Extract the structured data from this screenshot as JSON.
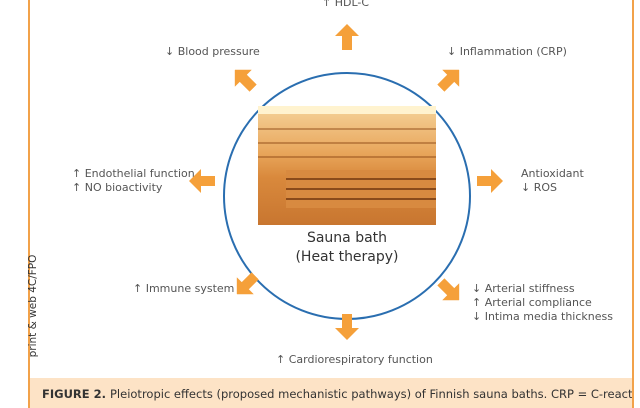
{
  "center": {
    "title": "Sauna bath",
    "subtitle": "(Heat therapy)"
  },
  "effects": {
    "top": "↑ HDL-C",
    "top_left": "↓ Blood pressure",
    "top_right": "↓ Inflammation (CRP)",
    "left": [
      "↑ Endothelial function",
      "↑ NO bioactivity"
    ],
    "right": [
      "Antioxidant",
      "↓ ROS"
    ],
    "bottom_left": "↑ Immune system",
    "bottom_right": [
      "↓ Arterial stiffness",
      "↑ Arterial compliance",
      "↓ Intima media thickness"
    ],
    "bottom": "↑ Cardiorespiratory function"
  },
  "caption": {
    "label": "FIGURE 2.",
    "text": "Pleiotropic effects (proposed mechanistic pathways) of Finnish sauna baths. CRP = C-reactive"
  },
  "side_note": "print & web 4C/FPO",
  "colors": {
    "arrow": "#f5a03a",
    "circle": "#2a6eb0",
    "frame": "#f2a24a",
    "caption_bg": "#fde3c6"
  }
}
